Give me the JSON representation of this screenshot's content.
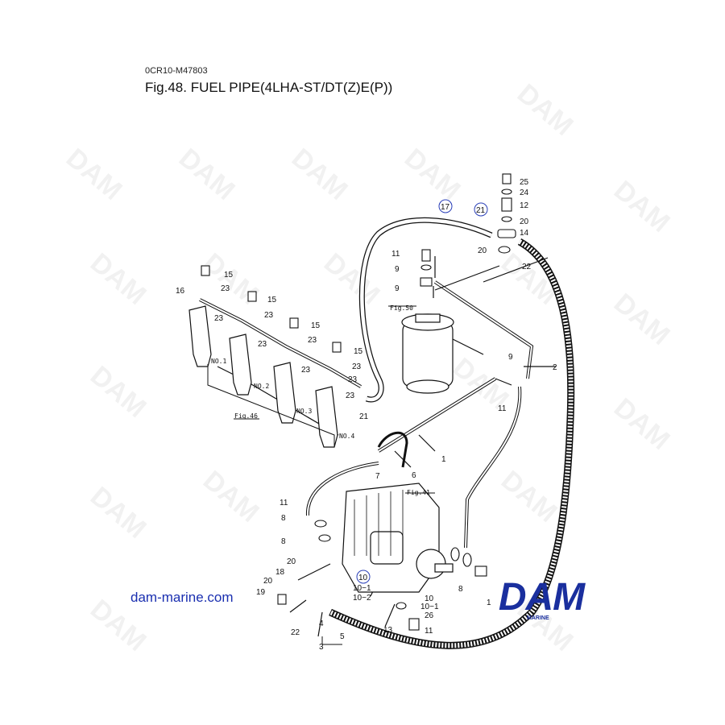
{
  "header": {
    "doc_code": "0CR10-M47803",
    "figure_title": "Fig.48.  FUEL PIPE(4LHA-ST/DT(Z)E(P))"
  },
  "footer": {
    "website": "dam-marine.com"
  },
  "logo": {
    "text": "DAM",
    "sub": "MARINE",
    "color": "#1a2f9e"
  },
  "watermark": "DAM",
  "callouts": {
    "p25": "25",
    "p24": "24",
    "p12": "12",
    "p20a": "20",
    "p14": "14",
    "p20b": "20",
    "p22a": "22",
    "p17": "17",
    "p21a": "21",
    "p11a": "11",
    "p9a": "9",
    "p9b": "9",
    "p9c": "9",
    "p2": "2",
    "p11b": "11",
    "p15a": "15",
    "p15b": "15",
    "p15c": "15",
    "p15d": "15",
    "p16": "16",
    "p23a": "23",
    "p23b": "23",
    "p23c": "23",
    "p23d": "23",
    "p23e": "23",
    "p23f": "23",
    "p23g": "23",
    "p23h": "23",
    "p23i": "23",
    "p21b": "21",
    "p1": "1",
    "p6": "6",
    "p7": "7",
    "p11c": "11",
    "p8a": "8",
    "p8b": "8",
    "p8c": "8",
    "p1b": "1",
    "p20c": "20",
    "p18": "18",
    "p20d": "20",
    "p19": "19",
    "p22b": "22",
    "p10": "10",
    "p10_1a": "10−1",
    "p10_2": "10−2",
    "p10b": "10",
    "p10_1b": "10−1",
    "p26": "26",
    "p11d": "11",
    "p13": "13",
    "p4": "4",
    "p5": "5",
    "p3": "3"
  },
  "refs": {
    "fig50": "Fig.50",
    "fig46": "Fig.46",
    "fig41": "Fig.41",
    "no1": "NO.1",
    "no2": "NO.2",
    "no3": "NO.3",
    "no4": "NO.4"
  }
}
